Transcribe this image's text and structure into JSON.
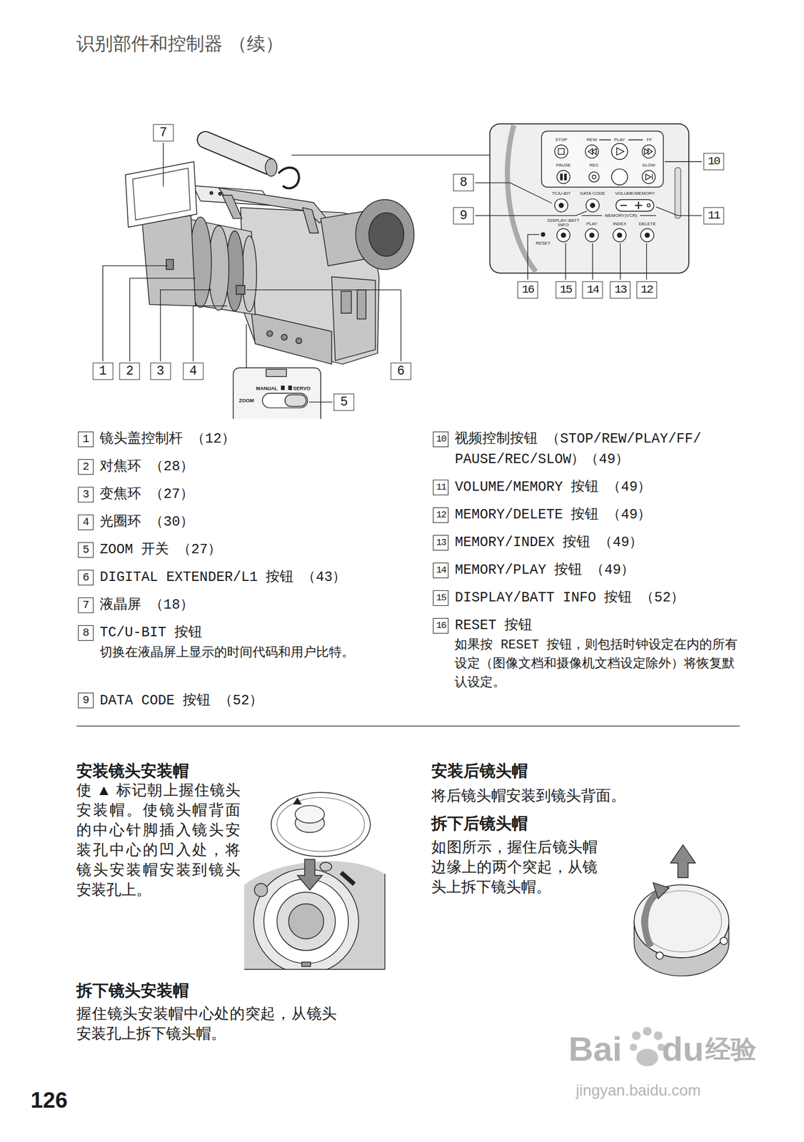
{
  "diagram": {
    "title": "识别部件和控制器 （续）",
    "labels": [
      "7",
      "10",
      "8",
      "11",
      "9",
      "16",
      "15",
      "14",
      "13",
      "12",
      "1",
      "2",
      "3",
      "4",
      "6",
      "5",
      "STOP",
      "REW",
      "PLAY",
      "FF",
      "PAUSE",
      "REC",
      "SLOW",
      "TC/U-BIT",
      "DATA CODE",
      "VOLUME/MEMORY",
      "DISPLAY/ BATT INFO",
      "MEMORY(VCR)",
      "PLAY",
      "INDEX",
      "DELETE",
      "RESET",
      "MANUAL",
      "SERVO",
      "ZOOM",
      "1",
      "镜头盖控制杆 （12）",
      "2",
      "对焦环 （28）",
      "3",
      "变焦环 （27）",
      "4",
      "光圈环 （30）",
      "5",
      "ZOOM 开关 （27）",
      "6",
      "DIGITAL EXTENDER/L1 按钮 （43）",
      "7",
      "液晶屏 （18）",
      "8",
      "TC/U-BIT 按钮",
      "切换在液晶屏上显示的时间代码和用户比特。",
      "9",
      "DATA CODE 按钮 （52）",
      "10",
      "视频控制按钮 （STOP/REW/PLAY/FF/ PAUSE/REC/SLOW）（49）",
      "11",
      "VOLUME/MEMORY 按钮 （49）",
      "12",
      "MEMORY/DELETE 按钮 （49）",
      "13",
      "MEMORY/INDEX 按钮 （49）",
      "14",
      "MEMORY/PLAY 按钮 （49）",
      "15",
      "DISPLAY/BATT INFO 按钮 （52）",
      "16",
      "RESET 按钮",
      "如果按 RESET 按钮，则包括时钟设定在内的所有设定（图像文档和摄像机文档设定除外）将恢复默认设定。",
      "安装镜头安装帽",
      "使 ▲ 标记朝上握住镜头安装帽。使镜头帽背面的中心针脚插入镜头安装孔中心的凹入处，将镜头安装帽安装到镜头安装孔上。",
      "拆下镜头安装帽",
      "握住镜头安装帽中心处的突起，从镜头安装孔上拆下镜头帽。",
      "安装后镜头帽",
      "将后镜头帽安装到镜头背面。",
      "拆下后镜头帽",
      "如图所示，握住后镜头帽边缘上的两个突起，从镜头上拆下镜头帽。",
      "126",
      "Bai",
      "du",
      "经验",
      "jingyan.baidu.com"
    ]
  }
}
